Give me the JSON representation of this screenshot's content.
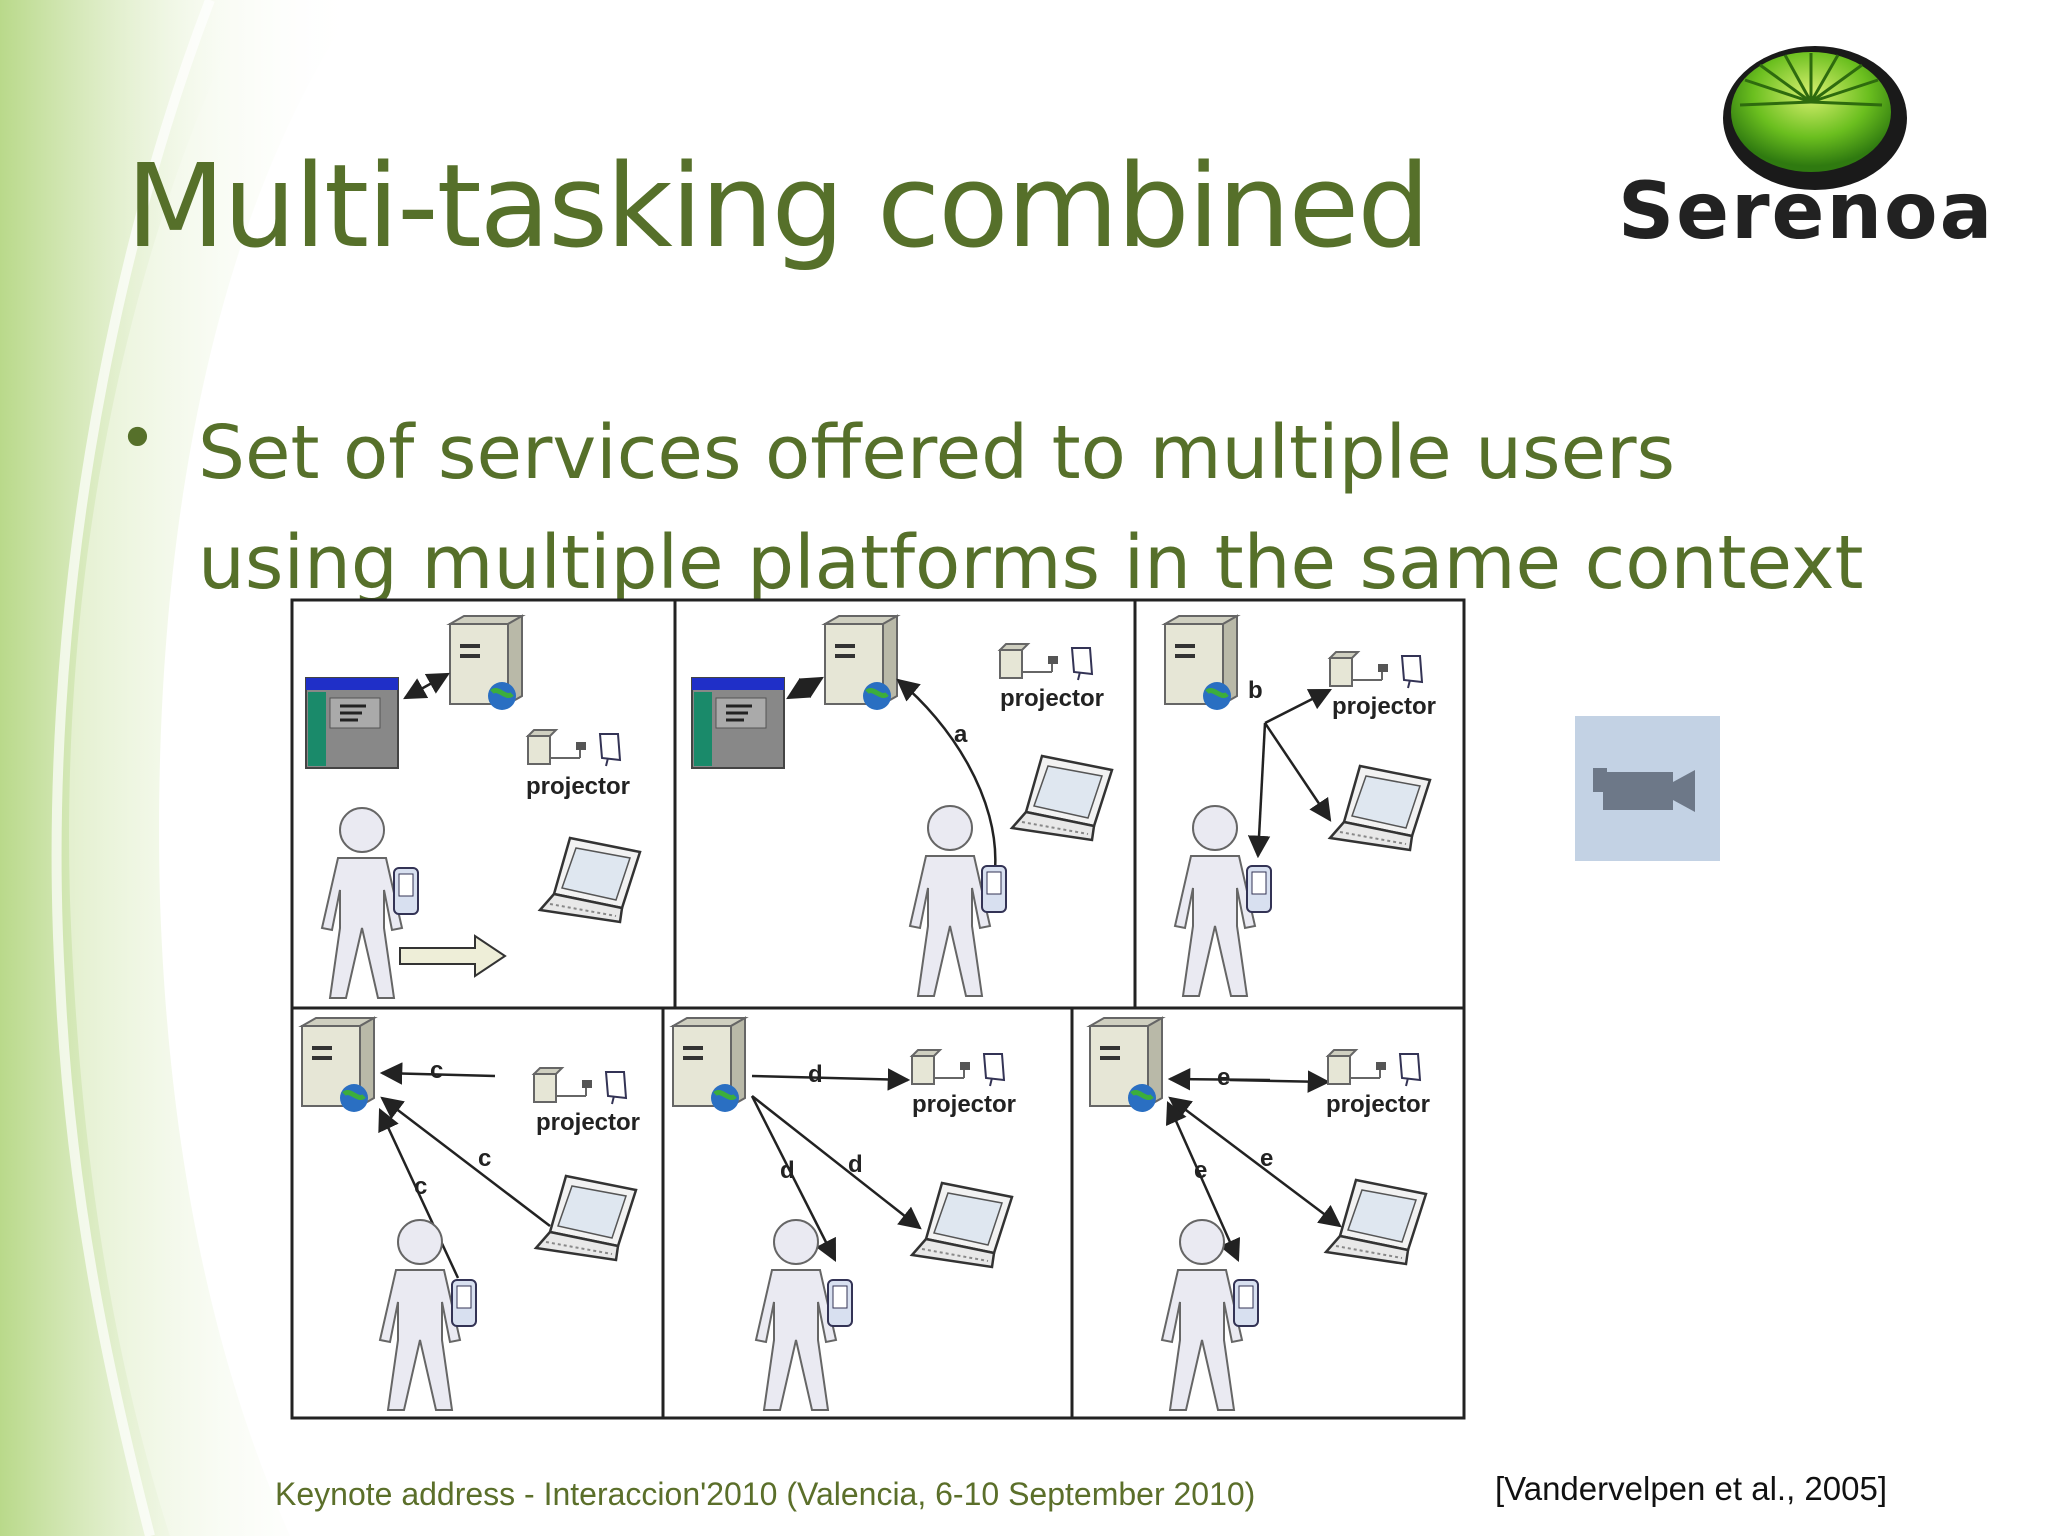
{
  "slide": {
    "title": "Multi-tasking combined",
    "bullet": {
      "line1": "Set of services offered to multiple users",
      "line2": "using multiple platforms in the same context"
    },
    "footer": "Keynote address - Interaccion'2010 (Valencia, 6-10 September 2010)",
    "citation": "[Vandervelpen et al., 2005]"
  },
  "logo": {
    "text": "Serenoa"
  },
  "diagram": {
    "device_label": "projector",
    "arrow_labels": {
      "a": "a",
      "b": "b",
      "c": "c",
      "d": "d",
      "e": "e"
    }
  },
  "icons": {
    "video": "video-camera-icon"
  },
  "colors": {
    "title": "#56702a",
    "accent_green": "#8cc63f",
    "logo_dark": "#222222"
  }
}
